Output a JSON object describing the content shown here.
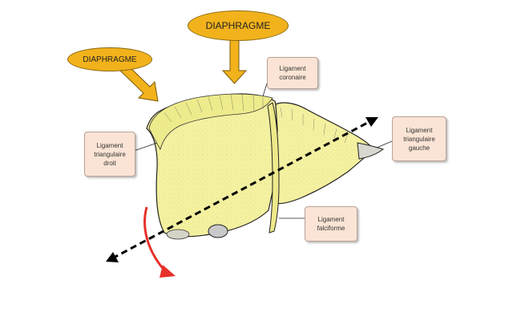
{
  "diaphragm_labels": {
    "top": "DIAPHRAGME",
    "left": "DIAPHRAGME"
  },
  "ligaments": {
    "coronaire": [
      "Ligament",
      "coronaire"
    ],
    "droit": [
      "Ligament",
      "triangulaire",
      "droit"
    ],
    "gauche": [
      "Ligament",
      "triangulaire",
      "gauche"
    ],
    "falciforme": [
      "Ligament",
      "falciforme"
    ]
  },
  "colors": {
    "liver_fill": "#f4f1a0",
    "oval_fill": "#f2b21c",
    "arrow_fill": "#f2b21c",
    "label_fill": "#fbe4d5",
    "rotation_arrow": "#e5312a",
    "axis_line": "#000000"
  }
}
